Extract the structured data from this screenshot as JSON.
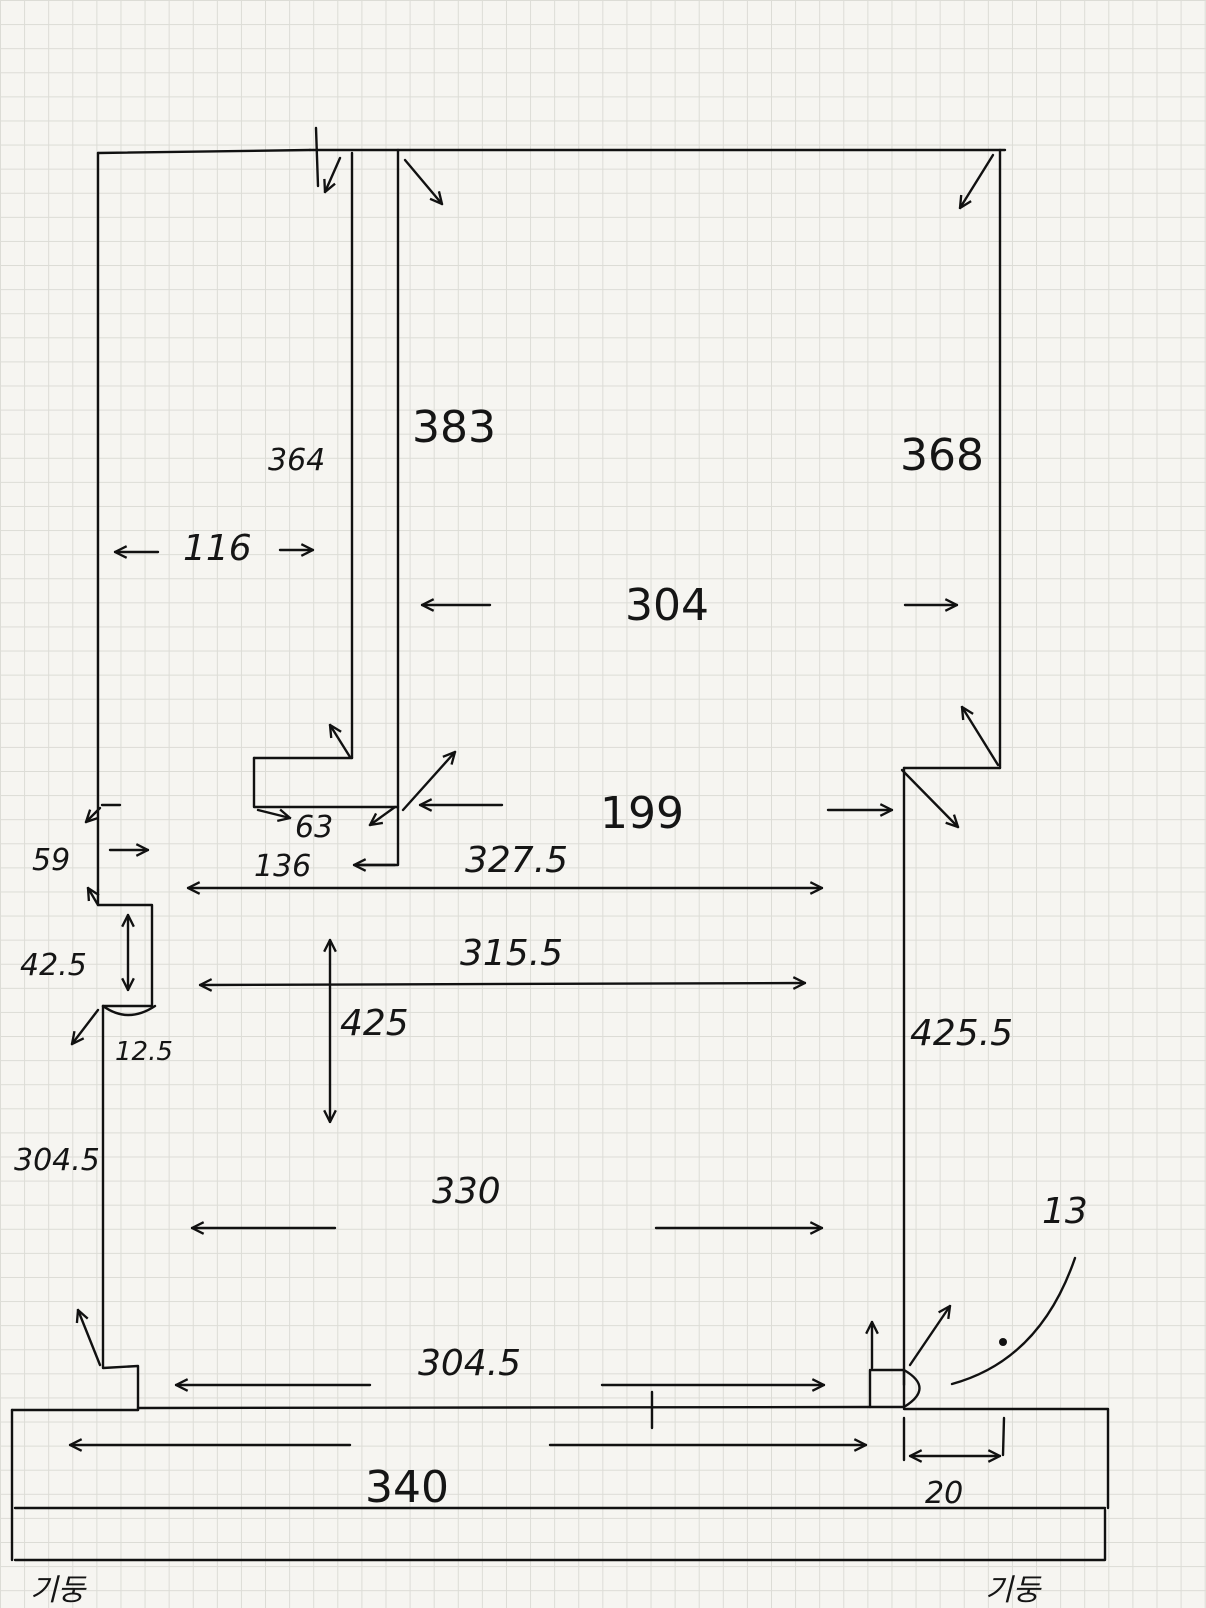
{
  "labels": {
    "top_left_height": "364",
    "center_height": "383",
    "right_height": "368",
    "left_width": "116",
    "center_width": "304",
    "step_63": "63",
    "step_136": "136",
    "step_59": "59",
    "mid_width": "199",
    "width_3275": "327.5",
    "width_3155": "315.5",
    "height_425": "425",
    "height_4255": "425.5",
    "left_425": "42.5",
    "small_125": "12.5",
    "left_3045": "304.5",
    "width_330": "330",
    "bottom_3045": "304.5",
    "right_13": "13",
    "base_340": "340",
    "base_20": "20",
    "pillar_left": "기둥",
    "pillar_right": "기둥"
  }
}
